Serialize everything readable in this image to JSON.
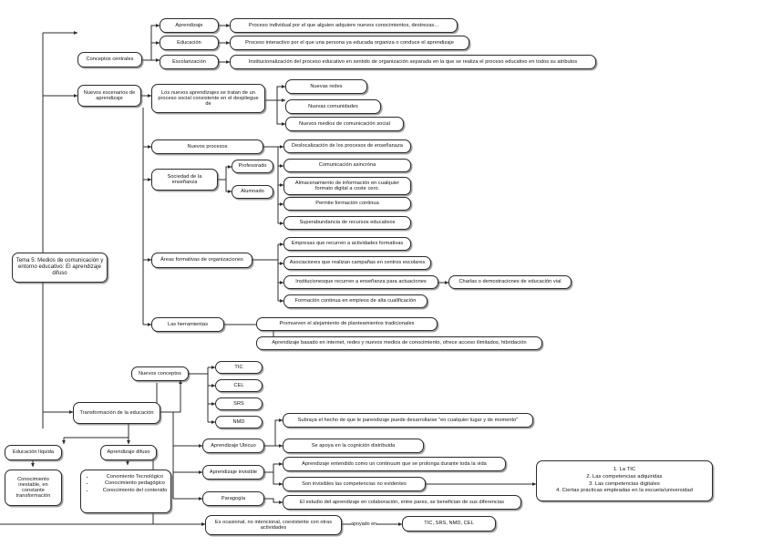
{
  "diagram": {
    "title": "Tema 5: Medios de comunicación y entorno educativo: El aprendizaje difuso",
    "type": "mind-map",
    "language": "es",
    "colors": {
      "background": "#ffffff",
      "node_fill": "#ffffff",
      "node_border": "#2b2b2b",
      "connector": "#2b2b2b",
      "text": "#111111"
    },
    "root": {
      "label": "Tema 5: Medios de comunicación y entorno educativo: El aprendizaje difuso"
    },
    "branches": {
      "conceptos_centrales": {
        "label": "Conceptos centrales",
        "children": [
          {
            "label": "Aprendizaje",
            "definition": "Proceso individual por el que alguien adquiere nuevos conocimientos, destrezas..."
          },
          {
            "label": "Educación",
            "definition": "Proceso interactivo por el que una persona ya educada organiza o conduce el aprendizaje"
          },
          {
            "label": "Escolarización",
            "definition": "Institucionalización del proceso educativo en sentido de organización separada en la que se realiza el proceso educativo en todos su atributos"
          }
        ]
      },
      "nuevos_escenarios": {
        "label": "Nuevos escenarios de aprendizaje",
        "statement": "Los nuevos aprendizajes se tratan de un proceso social consistente en el despliegue de",
        "items": [
          "Nuevas redes",
          "Nuevas comunidades",
          "Nuevos medios de comunicación social"
        ]
      },
      "nuevos_procesos": {
        "label": "Nuevos procesos"
      },
      "sociedad_ensenanza": {
        "label": "Sociedad de la enseñanza",
        "actors": [
          "Profesorado",
          "Alumnado"
        ]
      },
      "procesos_resultados": [
        "Deslocalización de los procesos de enseñanaza",
        "Comunicación asincróna",
        "Almacenamiento de información en cualquier formato digital a coste cero.",
        "Permite formación continua",
        "Superabundancia de recursos educativos"
      ],
      "areas_formativas": {
        "label": "Áreas formativas de organizaciones",
        "items": [
          "Empresas que recurren a actividades formativas",
          "Asociaciones que realizan campañas en centros escolares",
          "Institucionesque recurren a enseñanza para actuaciones",
          "Formación continua en empleos de alta cualificación"
        ],
        "example": "Charlas o demostraciones de educación vial"
      },
      "herramientas": {
        "label": "Las herramientas",
        "items": [
          "Promueven el alejamiento de planteamientos tradicionales",
          "Aprendizaje basado en internet, redes y nuevos medios de conocimiento, ofrece acceso ilimitados, hibridación"
        ]
      },
      "transformacion": {
        "label": "Transformación de la educación",
        "nuevos_conceptos": {
          "label": "Nuevos conceptos",
          "acronyms": [
            "TIC",
            "CEL",
            "SRS",
            "NMD"
          ]
        },
        "modalidades": [
          {
            "label": "Aprendizaje Ubicuo",
            "details": [
              "Subraya el hecho de que le parendizaje puede desarrollarse \"en cualquier lugar y de momento\"",
              "Se apoya en la cognición distribuida"
            ]
          },
          {
            "label": "Aprendizaje invisible",
            "details": [
              "Aprendizaje entendido como un continuum que se prolonga durante toda la vida",
              "Son invisibles las competencias no evidentes"
            ]
          },
          {
            "label": "Paragogía",
            "details": [
              "El estudio del aprendizaje en colaboración, entre pares, se benefician de sus diferencias"
            ]
          }
        ],
        "competencias_box": "1. La TIC\n2. Las competencias adquiridas\n3. Las competencias digitales\n4. Ciertas prácticas empleadas en la escuela/universidad",
        "competencias_lines": [
          "1. La TIC",
          "2. Las competencias adquiridas",
          "3. Las competencias digitales",
          "4. Ciertas prácticas empleadas en la escuela/universidad"
        ]
      },
      "educacion_liquida": {
        "label": "Educación líquida",
        "child": "Conocimiento inestable, en constante transformación"
      },
      "aprendizaje_difuso": {
        "label": "Aprendizaje difuso",
        "bullets": [
          "Conomiento Tecnológico",
          "Conocimiento pedagógico",
          "Conocimiento del contenido"
        ],
        "character": "Es ocasional, no intencional, coexistente con otras actividades",
        "edge_label": "apoyado en",
        "support": "TIC, SRS, NMD, CEL"
      }
    }
  }
}
